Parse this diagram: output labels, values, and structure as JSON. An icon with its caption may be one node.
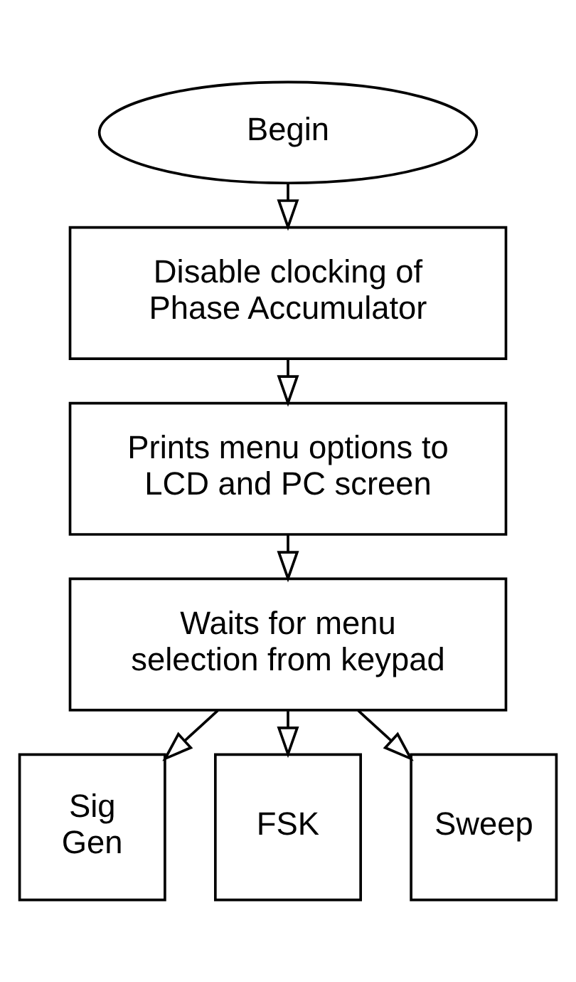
{
  "diagram": {
    "nodes": [
      {
        "text": [
          "Begin"
        ]
      },
      {
        "text": [
          "Disable clocking of Phase Accumulator"
        ]
      },
      {
        "text": [
          "Prints menu options to LCD and PC screen"
        ]
      },
      {
        "text": [
          "Waits for menu selection from keypad"
        ]
      },
      {
        "text": [
          "Sig Gen"
        ]
      },
      {
        "text": [
          "FSK"
        ]
      },
      {
        "text": [
          "Sweep"
        ]
      }
    ],
    "edges": [
      {
        "from": 0,
        "to": 1,
        "arrow": "to"
      },
      {
        "from": 1,
        "to": 2,
        "arrow": "to"
      },
      {
        "from": 2,
        "to": 3,
        "arrow": "to"
      },
      {
        "from": 3,
        "to": 4,
        "arrow": "to"
      },
      {
        "from": 3,
        "to": 5,
        "arrow": "to"
      },
      {
        "from": 3,
        "to": 6,
        "arrow": "to"
      }
    ]
  }
}
